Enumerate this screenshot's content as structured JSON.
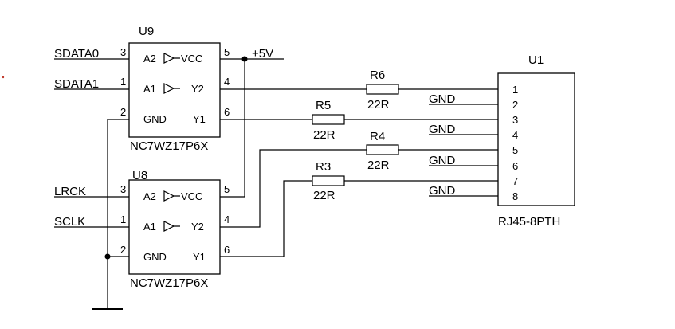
{
  "chips": {
    "u9": {
      "ref": "U9",
      "part": "NC7WZ17P6X",
      "pins": {
        "p3": "3",
        "p1": "1",
        "p2": "2",
        "p5": "5",
        "p4": "4",
        "p6": "6"
      },
      "labels": {
        "a2": "A2",
        "vcc": "VCC",
        "a1": "A1",
        "y2": "Y2",
        "gnd": "GND",
        "y1": "Y1"
      }
    },
    "u8": {
      "ref": "U8",
      "part": "NC7WZ17P6X",
      "pins": {
        "p3": "3",
        "p1": "1",
        "p2": "2",
        "p5": "5",
        "p4": "4",
        "p6": "6"
      },
      "labels": {
        "a2": "A2",
        "vcc": "VCC",
        "a1": "A1",
        "y2": "Y2",
        "gnd": "GND",
        "y1": "Y1"
      }
    }
  },
  "nets": {
    "sdata0": "SDATA0",
    "sdata1": "SDATA1",
    "lrck": "LRCK",
    "sclk": "SCLK",
    "vcc": "+5V"
  },
  "resistors": {
    "r6": {
      "ref": "R6",
      "value": "22R"
    },
    "r5": {
      "ref": "R5",
      "value": "22R"
    },
    "r4": {
      "ref": "R4",
      "value": "22R"
    },
    "r3": {
      "ref": "R3",
      "value": "22R"
    }
  },
  "gnd_labels": [
    "GND",
    "GND",
    "GND",
    "GND"
  ],
  "connector": {
    "ref": "U1",
    "part": "RJ45-8PTH",
    "pins": [
      "1",
      "2",
      "3",
      "4",
      "5",
      "6",
      "7",
      "8"
    ]
  }
}
